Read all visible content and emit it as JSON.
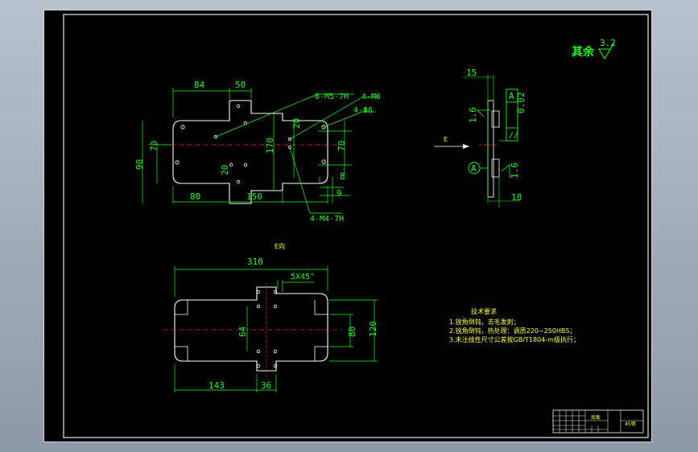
{
  "surface_note": {
    "label": "其余",
    "value": "3.2"
  },
  "top_view": {
    "dims": {
      "d84": "84",
      "d50": "50",
      "d80": "80",
      "d150": "150",
      "d70_left": "70",
      "d90": "90",
      "d20_mid": "20",
      "d170": "170",
      "d20_right": "20",
      "d70_right": "70",
      "d8": "8",
      "d9": "9"
    },
    "callouts": {
      "m5": "8-M5-7H",
      "m6": "4-M6",
      "phi6": "4-Φ6",
      "m4": "4-M4-7H"
    }
  },
  "side_view": {
    "dims": {
      "d15": "15",
      "d18": "18",
      "r16_top": "1.6",
      "r16_bot": "1.6"
    },
    "arrow_label": "E",
    "datum": "A",
    "tolerance": {
      "sym": "//",
      "value": "0.02",
      "datum": "A"
    }
  },
  "bottom_view": {
    "view_label": "E向",
    "dims": {
      "d310": "310",
      "chamfer": "5X45°",
      "d64": "64",
      "d80": "80",
      "d120": "120",
      "d143": "143",
      "d36": "36"
    }
  },
  "tech_req": {
    "title": "技术要求",
    "lines": [
      "1.锐角倒钝，去毛发刺；",
      "2.锐角倒钝，热处理：调质220~250HBS；",
      "3.未注线性尺寸公差按GB/T1804-m级执行；"
    ]
  },
  "title_block": {
    "part": "底板",
    "code": "45钢"
  }
}
